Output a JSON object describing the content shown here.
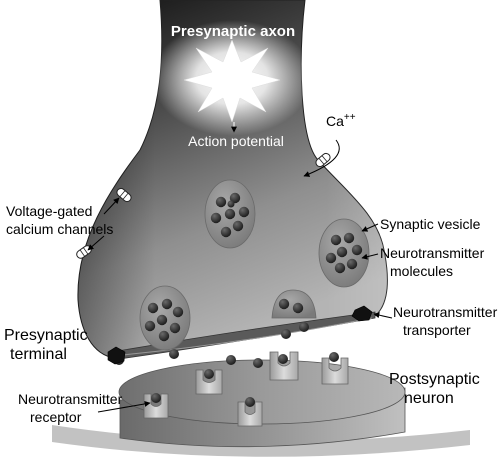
{
  "labels": {
    "presynaptic_axon": "Presynaptic axon",
    "action_potential": "Action potential",
    "calcium_ion": "Ca",
    "calcium_charge": "++",
    "voltage_gated_line1": "Voltage-gated",
    "voltage_gated_line2": "calcium channels",
    "synaptic_vesicle": "Synaptic vesicle",
    "nt_molecules_line1": "Neurotransmitter",
    "nt_molecules_line2": "molecules",
    "nt_transporter_line1": "Neurotransmitter",
    "nt_transporter_line2": "transporter",
    "presynaptic_terminal_line1": "Presynaptic",
    "presynaptic_terminal_line2": "terminal",
    "postsynaptic_neuron_line1": "Postsynaptic",
    "postsynaptic_neuron_line2": "neuron",
    "nt_receptor_line1": "Neurotransmitter",
    "nt_receptor_line2": "receptor"
  },
  "colors": {
    "axon_dark": "#1a1a1a",
    "terminal_light": "#a8a8a8",
    "vesicle": "#8c8c8c",
    "molecule": "#2e2e2e",
    "postsynaptic": "#8a8a8a",
    "receptor": "#c4c4c4"
  }
}
